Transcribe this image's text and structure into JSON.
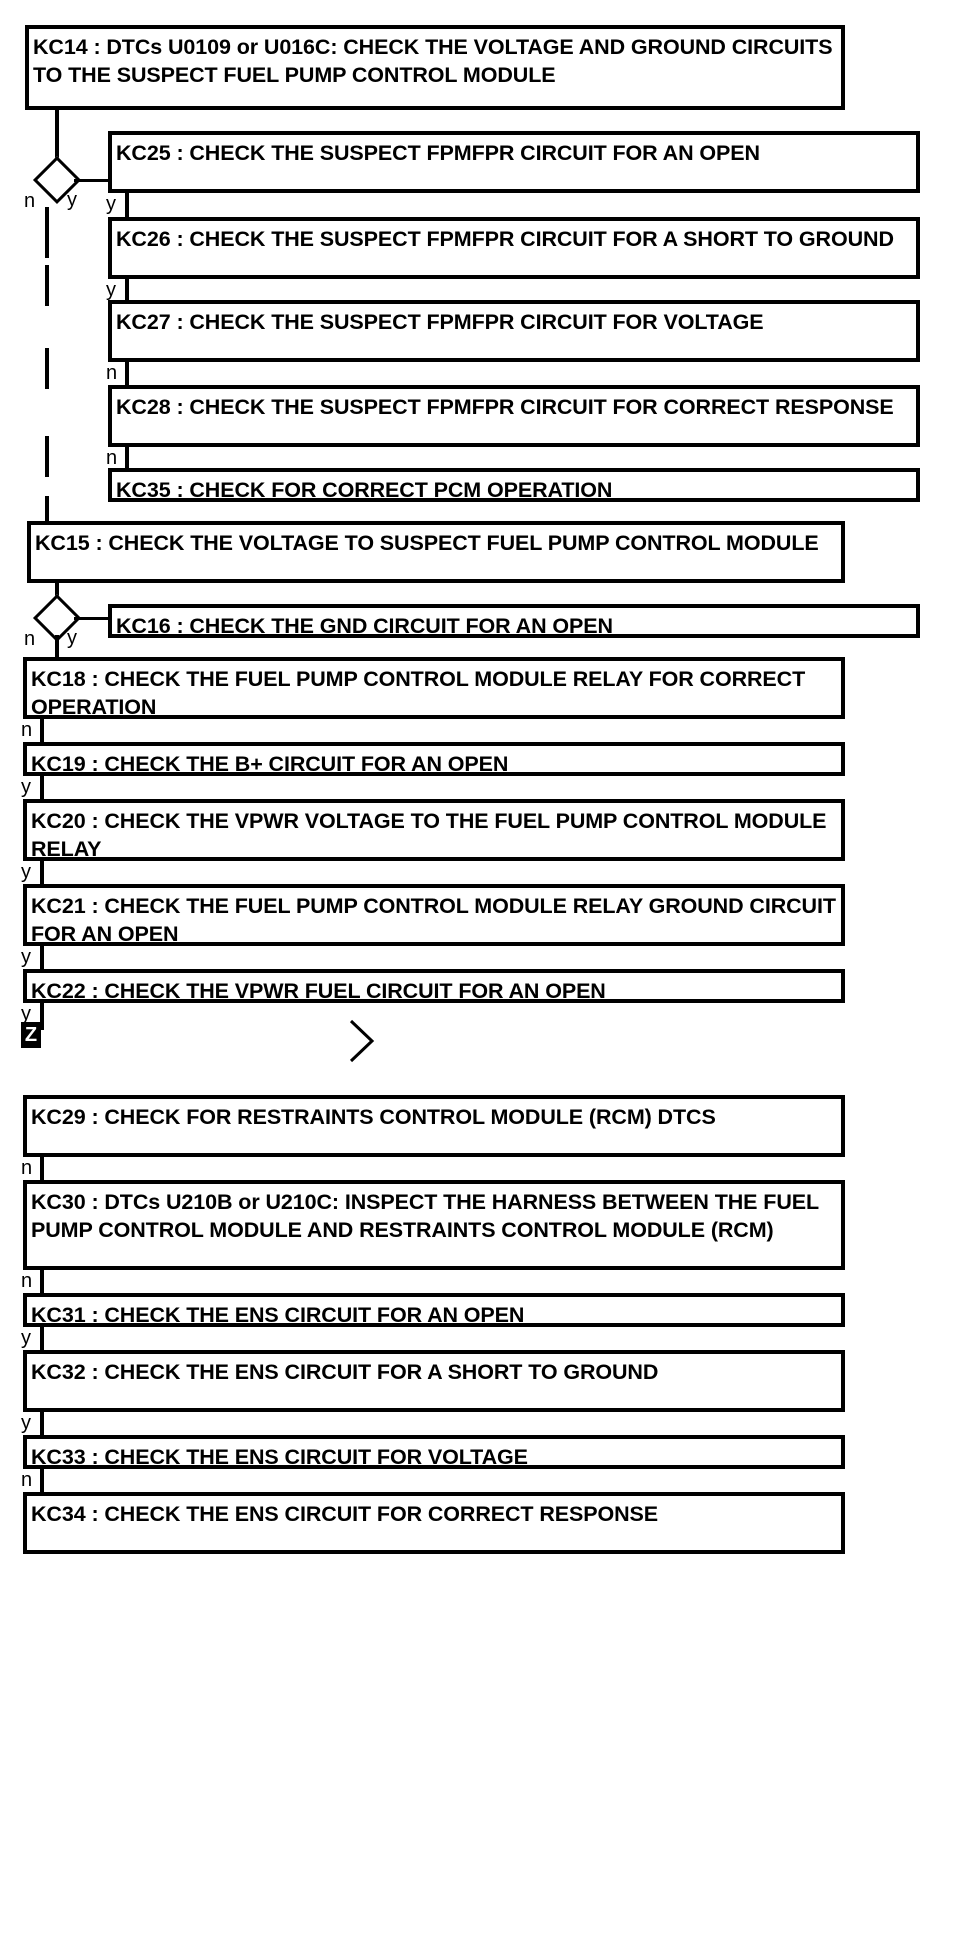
{
  "diagram": {
    "type": "flowchart",
    "title": "Fuel Pump Control Module Diagnostic Flowchart",
    "nodes": [
      {
        "id": "KC14",
        "label": "KC14 : DTCs U0109 or U016C: CHECK THE VOLTAGE AND GROUND CIRCUITS TO THE SUSPECT FUEL PUMP CONTROL MODULE"
      },
      {
        "id": "KC25",
        "label": "KC25 : CHECK THE SUSPECT FPMFPR CIRCUIT FOR AN OPEN"
      },
      {
        "id": "KC26",
        "label": "KC26 : CHECK THE SUSPECT FPMFPR CIRCUIT FOR A SHORT TO GROUND"
      },
      {
        "id": "KC27",
        "label": "KC27 : CHECK THE SUSPECT FPMFPR CIRCUIT FOR VOLTAGE"
      },
      {
        "id": "KC28",
        "label": "KC28 : CHECK THE SUSPECT FPMFPR CIRCUIT FOR CORRECT RESPONSE"
      },
      {
        "id": "KC35",
        "label": "KC35 : CHECK FOR CORRECT PCM OPERATION"
      },
      {
        "id": "KC15",
        "label": "KC15 : CHECK THE VOLTAGE TO SUSPECT FUEL PUMP CONTROL MODULE"
      },
      {
        "id": "KC16",
        "label": "KC16 : CHECK THE GND CIRCUIT FOR AN OPEN"
      },
      {
        "id": "KC18",
        "label": "KC18 : CHECK THE FUEL PUMP CONTROL MODULE RELAY FOR CORRECT OPERATION"
      },
      {
        "id": "KC19",
        "label": "KC19 : CHECK THE B+ CIRCUIT FOR AN OPEN"
      },
      {
        "id": "KC20",
        "label": "KC20 : CHECK THE VPWR VOLTAGE TO THE FUEL PUMP CONTROL MODULE RELAY"
      },
      {
        "id": "KC21",
        "label": "KC21 : CHECK THE FUEL PUMP CONTROL MODULE RELAY GROUND CIRCUIT FOR AN OPEN"
      },
      {
        "id": "KC22",
        "label": "KC22 : CHECK THE VPWR FUEL CIRCUIT FOR AN OPEN"
      },
      {
        "id": "KC29",
        "label": "KC29 : CHECK FOR RESTRAINTS CONTROL MODULE (RCM) DTCS"
      },
      {
        "id": "KC30",
        "label": "KC30 : DTCs U210B or U210C: INSPECT THE HARNESS BETWEEN THE FUEL PUMP CONTROL MODULE AND RESTRAINTS CONTROL MODULE (RCM)"
      },
      {
        "id": "KC31",
        "label": "KC31 : CHECK THE ENS CIRCUIT FOR AN OPEN"
      },
      {
        "id": "KC32",
        "label": "KC32 : CHECK THE ENS CIRCUIT FOR A SHORT TO GROUND"
      },
      {
        "id": "KC33",
        "label": "KC33 : CHECK THE ENS CIRCUIT FOR VOLTAGE"
      },
      {
        "id": "KC34",
        "label": "KC34 : CHECK THE ENS CIRCUIT FOR CORRECT RESPONSE"
      }
    ],
    "connector": {
      "label": "Z"
    },
    "branch_labels": {
      "d1_n": "n",
      "d1_y": "y",
      "kc25_y": "y",
      "kc26_y": "y",
      "kc27_n": "n",
      "kc28_n": "n",
      "d2_n": "n",
      "d2_y": "y",
      "kc18_n": "n",
      "kc19_y": "y",
      "kc20_y": "y",
      "kc21_y": "y",
      "kc22_y": "y",
      "kc29_n": "n",
      "kc30_n": "n",
      "kc31_y": "y",
      "kc32_y": "y",
      "kc33_n": "n"
    },
    "colors": {
      "stroke": "#000000",
      "fill": "#ffffff",
      "text": "#000000",
      "connector_fill": "#000000",
      "connector_text": "#ffffff"
    }
  }
}
